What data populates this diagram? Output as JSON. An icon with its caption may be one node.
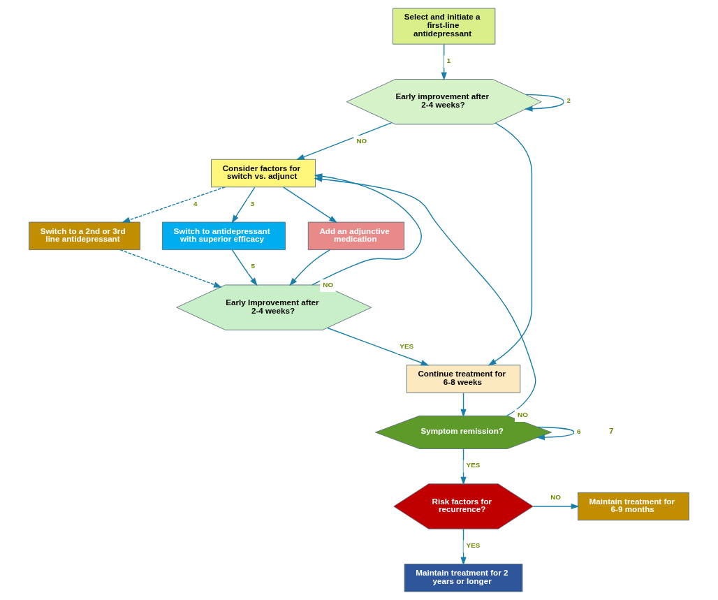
{
  "diagram": {
    "nodes": [
      {
        "text": [
          "Select and initiate a first-line antidepressant"
        ]
      },
      {
        "text": [
          "Early improvement after 2-4 weeks?"
        ]
      },
      {
        "text": [
          "Consider factors for switch vs. adjunct"
        ]
      },
      {
        "text": [
          "Switch to a 2nd or 3rd line antidepressant"
        ]
      },
      {
        "text": [
          "Switch to antidepressant with superior efficacy"
        ]
      },
      {
        "text": [
          "Add an adjunctive medication"
        ]
      },
      {
        "text": [
          "Early Improvement after 2-4 weeks?"
        ]
      },
      {
        "text": [
          "Continue treatment for 6-8 weeks"
        ]
      },
      {
        "text": [
          "Symptom remission?"
        ]
      },
      {
        "text": [
          "Risk factors for recurrence?"
        ]
      },
      {
        "text": [
          "Maintain treatment for 6-9 months"
        ]
      },
      {
        "text": [
          "Maintain treatment for 2 years or longer"
        ]
      }
    ],
    "edges": [
      {
        "from": 0,
        "to": 1,
        "arrow": "to",
        "label": "1"
      },
      {
        "from": 1,
        "to": 2,
        "arrow": "to",
        "label": "NO"
      },
      {
        "from": 1,
        "to": 1,
        "arrow": "to",
        "label": "2"
      },
      {
        "from": 1,
        "to": 7,
        "arrow": "to"
      },
      {
        "from": 2,
        "to": 4,
        "arrow": "to",
        "label": "3"
      },
      {
        "from": 2,
        "to": 5,
        "arrow": "to"
      },
      {
        "from": 2,
        "to": 3,
        "arrow": "to",
        "style": "dashed",
        "label": "4"
      },
      {
        "from": 3,
        "to": 6,
        "arrow": "to",
        "style": "dashed"
      },
      {
        "from": 4,
        "to": 6,
        "arrow": "to",
        "label": "5"
      },
      {
        "from": 5,
        "to": 6,
        "arrow": "to"
      },
      {
        "from": 6,
        "to": 2,
        "arrow": "to",
        "label": "NO"
      },
      {
        "from": 6,
        "to": 7,
        "arrow": "to",
        "label": "YES"
      },
      {
        "from": 7,
        "to": 8,
        "arrow": "to"
      },
      {
        "from": 8,
        "to": 8,
        "arrow": "to",
        "label": "6"
      },
      {
        "from": 8,
        "to": 2,
        "arrow": "to",
        "label": "NO"
      },
      {
        "from": 8,
        "to": 9,
        "arrow": "to",
        "label": "YES"
      },
      {
        "from": 9,
        "to": 10,
        "arrow": "to",
        "label": "NO"
      },
      {
        "from": 9,
        "to": 11,
        "arrow": "to",
        "label": "YES"
      }
    ],
    "labels": [
      "7"
    ]
  }
}
